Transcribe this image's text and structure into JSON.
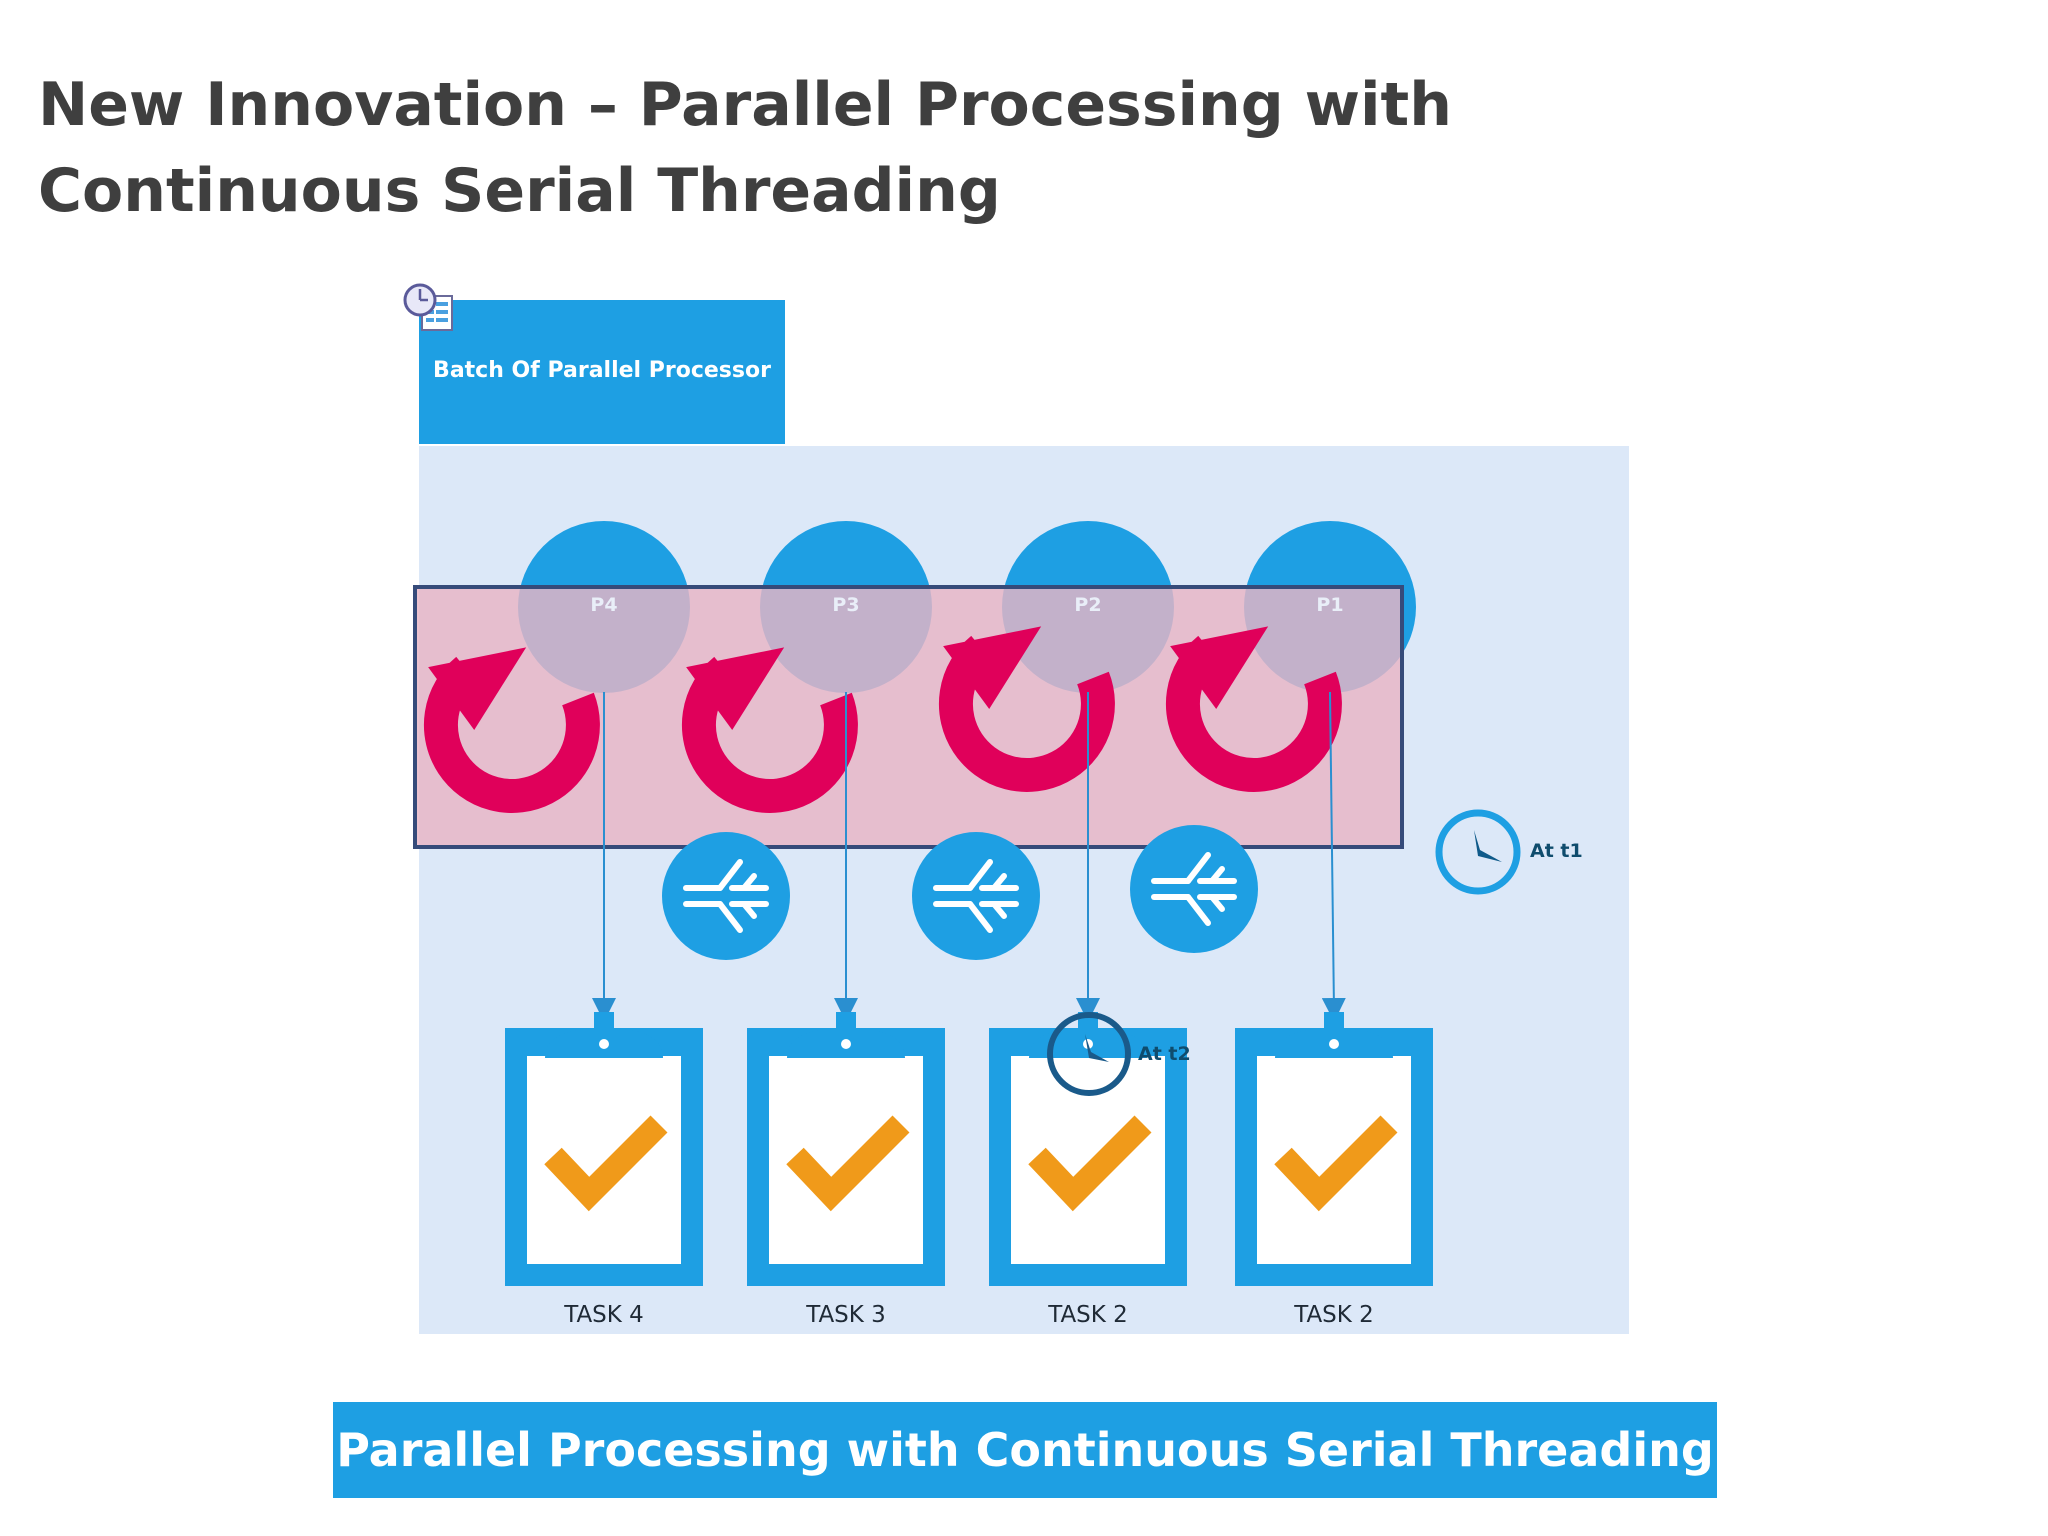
{
  "title": {
    "line1": "New Innovation – Parallel Processing with",
    "line2": "Continuous Serial Threading"
  },
  "batch": {
    "label": "Batch Of Parallel Processor",
    "icon": "clock-schedule-icon"
  },
  "processors": [
    {
      "label": "P4"
    },
    {
      "label": "P3"
    },
    {
      "label": "P2"
    },
    {
      "label": "P1"
    }
  ],
  "merge_icon": "merge-arrows-icon",
  "cycle_icon": "refresh-cycle-icon",
  "times": {
    "t1": "At t1",
    "t2": "At t2"
  },
  "tasks": [
    {
      "label": "TASK 4"
    },
    {
      "label": "TASK 3"
    },
    {
      "label": "TASK 2"
    },
    {
      "label": "TASK 2"
    }
  ],
  "task_icon": "clipboard-check-icon",
  "banner": {
    "text": "Parallel Processing with Continuous Serial Threading"
  },
  "colors": {
    "accent_blue": "#1e9fe3",
    "panel_bg": "#dce8f8",
    "cycle_red": "#e0005a",
    "check_orange": "#f09a1a",
    "overlay_pink": "#e8b4c4",
    "dark_blue": "#2a7bb8"
  }
}
